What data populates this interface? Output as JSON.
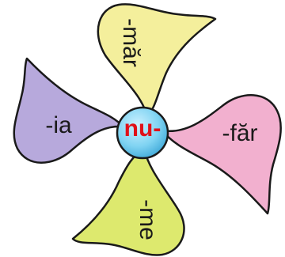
{
  "center": {
    "prefix": "nu-"
  },
  "petals": [
    {
      "suffix": "-măr",
      "color": "#f4ef9c"
    },
    {
      "suffix": "-făr",
      "color": "#f2b0cf"
    },
    {
      "suffix": "-me",
      "color": "#dde96e"
    },
    {
      "suffix": "-ia",
      "color": "#b7a9dc"
    }
  ],
  "colors": {
    "outline": "#1a1a1a",
    "hub_fill": "#7fd3f2",
    "prefix_text": "#e01018"
  }
}
